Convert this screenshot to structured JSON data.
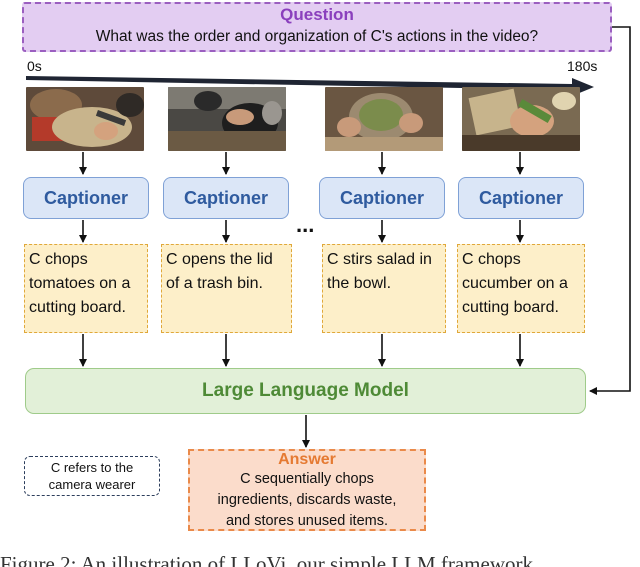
{
  "question": {
    "title": "Question",
    "text": "What was the order and organization of C's actions in the video?"
  },
  "timeline": {
    "start": "0s",
    "end": "180s"
  },
  "frames": [
    "video-frame-1",
    "video-frame-2",
    "video-frame-3",
    "video-frame-4"
  ],
  "captioners": [
    "Captioner",
    "Captioner",
    "Captioner",
    "Captioner"
  ],
  "ellipsis": "...",
  "captions": [
    "C chops\ntomatoes on a\ncutting board.",
    "C opens the lid\nof a trash bin.",
    "C stirs salad in\nthe bowl.",
    "C chops\ncucumber on a\ncutting board."
  ],
  "llm": {
    "label": "Large Language Model"
  },
  "note": {
    "text": "C refers to the\ncamera wearer"
  },
  "answer": {
    "title": "Answer",
    "text": "C sequentially chops\ningredients, discards waste,\nand stores unused items."
  },
  "figure_caption": "Figure 2:  An illustration of LLoVi, our simple LLM framework",
  "colors": {
    "question_fill": "#e3cdf2",
    "question_border": "#9b5fc0",
    "captioner_fill": "#dbe6f7",
    "caption_fill": "#fdefc9",
    "llm_fill": "#e2f0d8",
    "answer_fill": "#fbdccb"
  }
}
